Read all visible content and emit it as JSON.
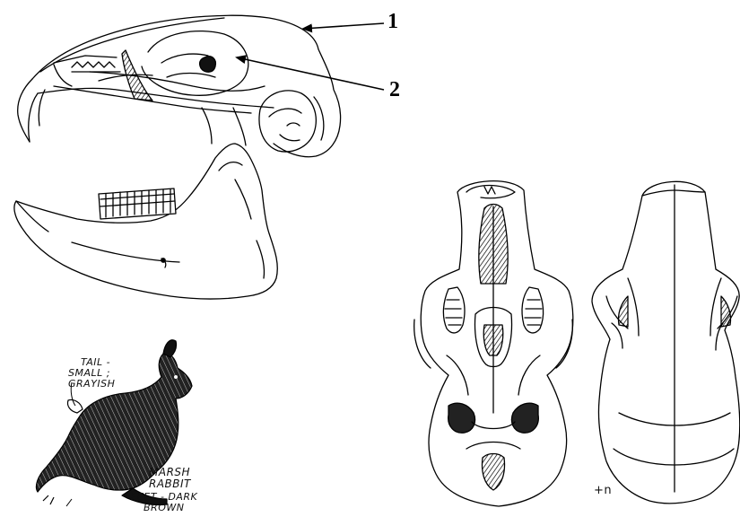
{
  "callouts": {
    "one": "1",
    "two": "2"
  },
  "rabbit_labels": {
    "tail_line1": "TAIL -",
    "tail_line2": "SMALL ;",
    "tail_line3": "GRAYISH",
    "name_line1": "MARSH",
    "name_line2": "RABBIT",
    "feet_line1": "FEET - DARK",
    "feet_line2": "BROWN"
  },
  "signature": "+n"
}
